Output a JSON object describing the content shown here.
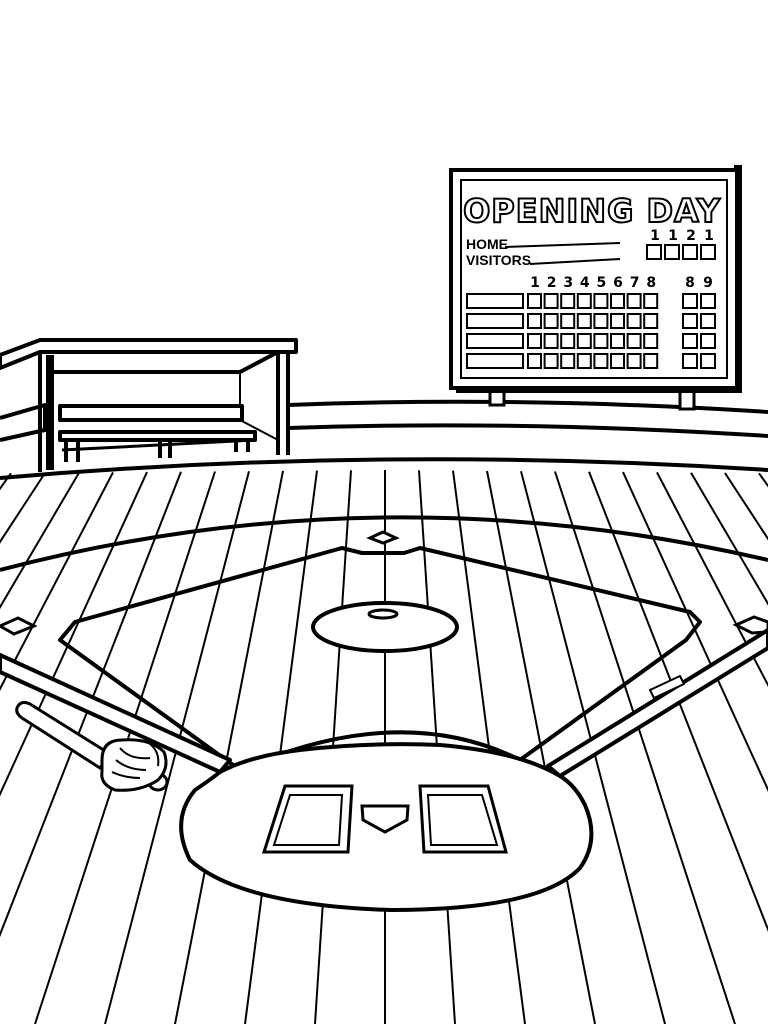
{
  "scoreboard": {
    "title": "OPENING DAY",
    "home_label": "HOME",
    "visitors_label": "VISITORS",
    "totals_header": [
      "1",
      "1",
      "2",
      "1"
    ],
    "inning_numbers": [
      "1",
      "2",
      "3",
      "4",
      "5",
      "6",
      "7",
      "8"
    ],
    "extra_numbers": [
      "8",
      "9"
    ]
  },
  "colors": {
    "ink": "#000000",
    "paper": "#ffffff"
  },
  "icons": {
    "bat": "baseball-bat-icon",
    "glove": "baseball-glove-icon",
    "home_plate": "home-plate-icon"
  }
}
